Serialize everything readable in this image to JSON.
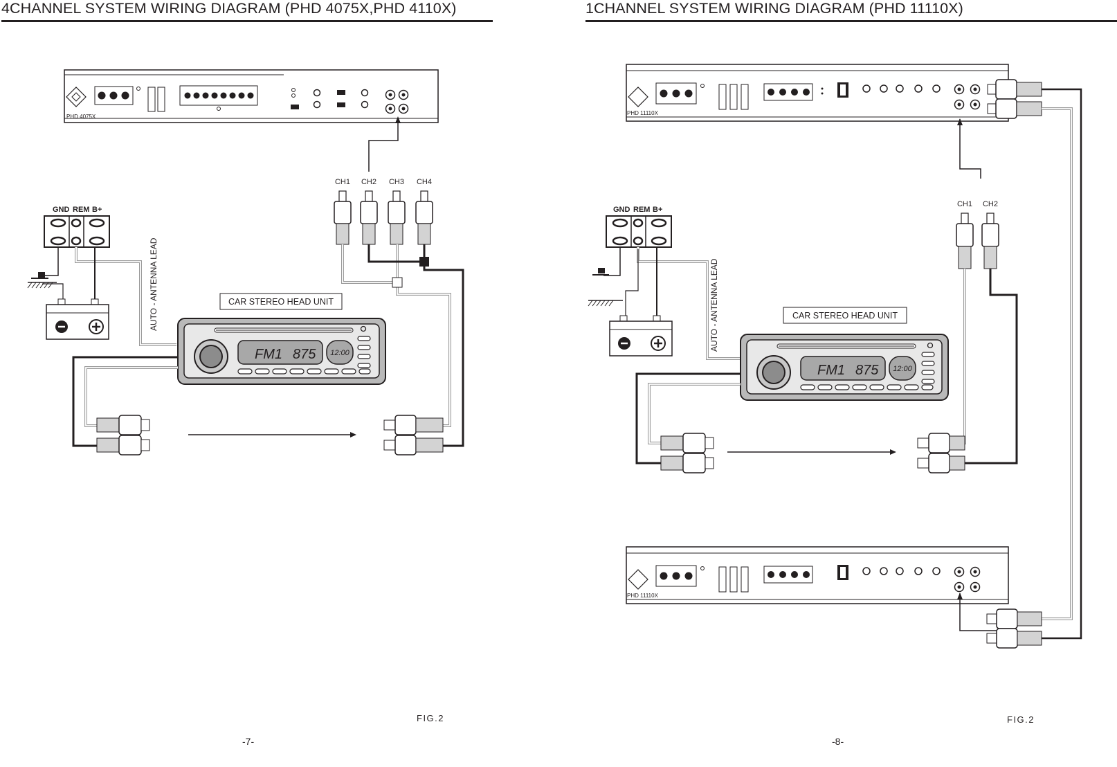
{
  "pages": [
    {
      "heading": "4CHANNEL SYSTEM WIRING DIAGRAM (PHD 4075X,PHD 4110X)",
      "amplifier_model": "PHD 4075X",
      "channel_labels": [
        "CH1",
        "CH2",
        "CH3",
        "CH4"
      ],
      "power_terminal_labels": [
        "GND",
        "REM",
        "B+"
      ],
      "antenna_lead": "AUTO - ANTENNA LEAD",
      "head_unit_label": "CAR STEREO HEAD UNIT",
      "display": {
        "band": "FM1",
        "frequency": "875",
        "clock": "12:00"
      },
      "figure_label": "FIG.2",
      "page_number": "-7-"
    },
    {
      "heading": "1CHANNEL SYSTEM WIRING DIAGRAM (PHD 11110X)",
      "amplifier_model": "PHD 11110X",
      "channel_labels": [
        "CH1",
        "CH2"
      ],
      "power_terminal_labels": [
        "GND",
        "REM",
        "B+"
      ],
      "antenna_lead": "AUTO - ANTENNA LEAD",
      "head_unit_label": "CAR STEREO HEAD UNIT",
      "display": {
        "band": "FM1",
        "frequency": "875",
        "clock": "12:00"
      },
      "figure_label": "FIG.2",
      "page_number": "-8-"
    }
  ]
}
